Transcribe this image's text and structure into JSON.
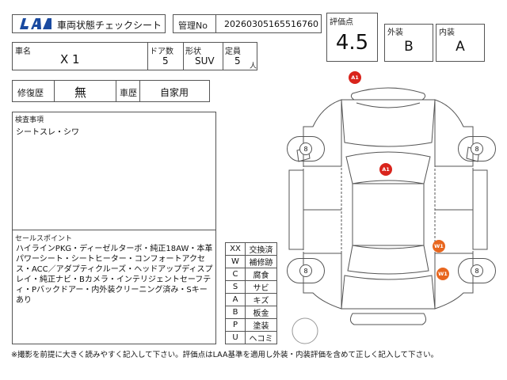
{
  "header": {
    "logo_text": "LAA",
    "title": "車両状態チェックシート",
    "mgmt_label": "管理No",
    "mgmt_value": "20260305165516760"
  },
  "evaluation": {
    "score_label": "評価点",
    "score_value": "4.5",
    "exterior_label": "外装",
    "exterior_value": "B",
    "interior_label": "内装",
    "interior_value": "A"
  },
  "vehicle": {
    "name_label": "車名",
    "name_value": "X 1",
    "doors_label": "ドア数",
    "doors_value": "5",
    "shape_label": "形状",
    "shape_value": "SUV",
    "capacity_label": "定員",
    "capacity_value": "5",
    "capacity_unit": "人"
  },
  "history": {
    "repair_label": "修復歴",
    "repair_value": "無",
    "car_history_label": "車歴",
    "car_history_value": "自家用"
  },
  "inspection": {
    "label": "検査事項",
    "text": "シートスレ・シワ"
  },
  "sales_points": {
    "label": "セールスポイント",
    "text": "ハイラインPKG・ディーゼルターボ・純正18AW・本革パワーシート・シートヒーター・コンフォートアクセス・ACC／アダプティクルーズ・ヘッドアップディスプレイ・純正ナビ・Bカメラ・インテリジェントセーフティ・Pバックドアー・内外装クリーニング済み・Sキーあり"
  },
  "legend": [
    {
      "code": "XX",
      "meaning": "交換済"
    },
    {
      "code": "W",
      "meaning": "補修跡"
    },
    {
      "code": "C",
      "meaning": "腐食"
    },
    {
      "code": "S",
      "meaning": "サビ"
    },
    {
      "code": "A",
      "meaning": "キズ"
    },
    {
      "code": "B",
      "meaning": "板金"
    },
    {
      "code": "P",
      "meaning": "塗装"
    },
    {
      "code": "U",
      "meaning": "ヘコミ"
    }
  ],
  "diagram": {
    "tire_values": [
      "8",
      "8",
      "8",
      "8"
    ],
    "marks": [
      {
        "code": "A1",
        "color": "#d9241c"
      },
      {
        "code": "A1",
        "color": "#d9241c"
      },
      {
        "code": "W1",
        "color": "#e8661e"
      },
      {
        "code": "W1",
        "color": "#e8661e"
      }
    ]
  },
  "footer": {
    "note": "※撮影を前提に大きく読みやすく記入して下さい。評価点はLAA基準を適用し外装・内装評価を含めて正しく記入して下さい。"
  }
}
